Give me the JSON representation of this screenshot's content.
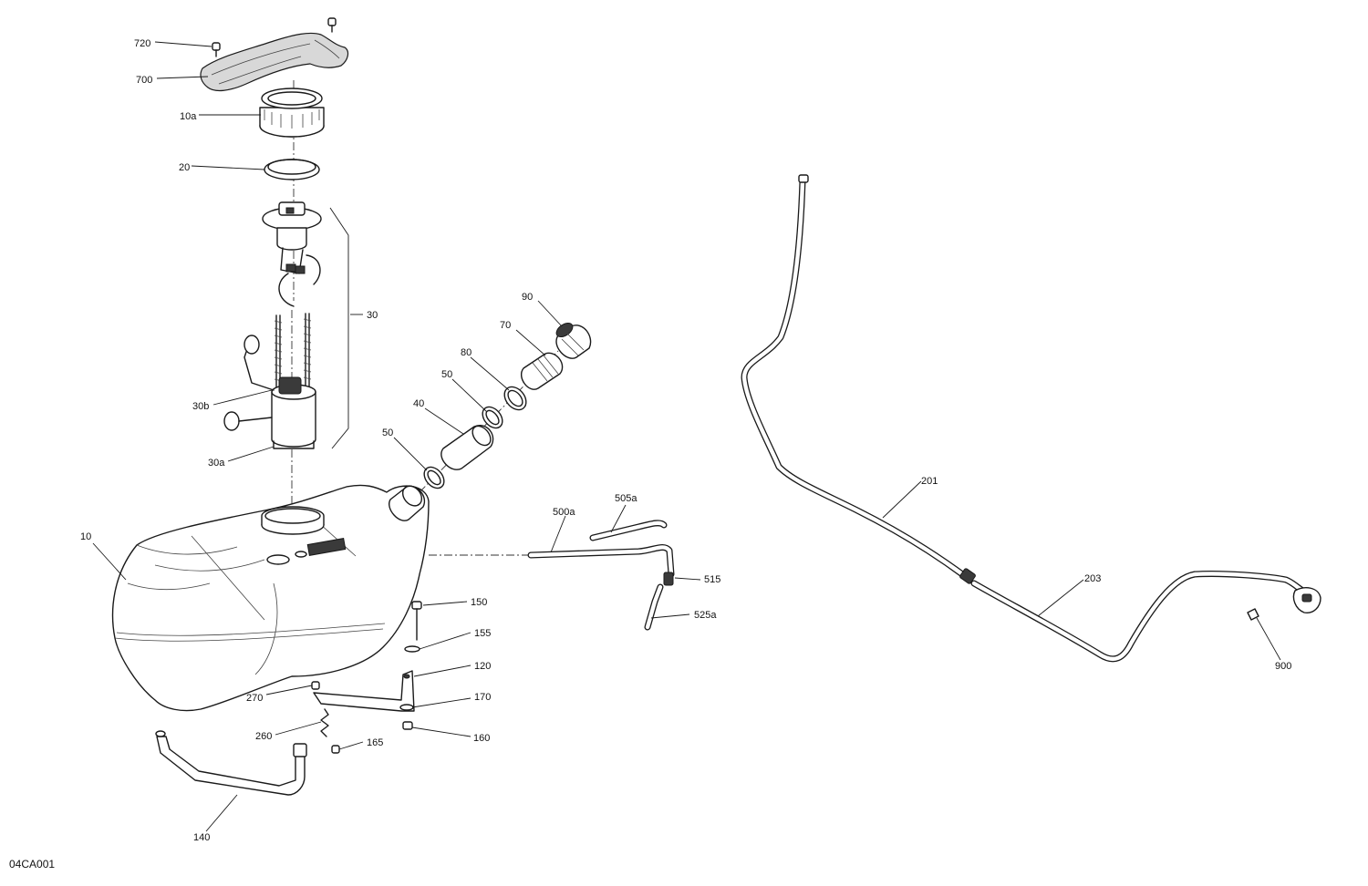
{
  "callouts": [
    {
      "id": "c720",
      "text": "720"
    },
    {
      "id": "c700",
      "text": "700"
    },
    {
      "id": "c10a",
      "text": "10a"
    },
    {
      "id": "c20",
      "text": "20"
    },
    {
      "id": "c30",
      "text": "30"
    },
    {
      "id": "c30b",
      "text": "30b"
    },
    {
      "id": "c30a",
      "text": "30a"
    },
    {
      "id": "c90",
      "text": "90"
    },
    {
      "id": "c70",
      "text": "70"
    },
    {
      "id": "c80",
      "text": "80"
    },
    {
      "id": "c50top",
      "text": "50"
    },
    {
      "id": "c40",
      "text": "40"
    },
    {
      "id": "c50bot",
      "text": "50"
    },
    {
      "id": "c10",
      "text": "10"
    },
    {
      "id": "c500a",
      "text": "500a"
    },
    {
      "id": "c505a",
      "text": "505a"
    },
    {
      "id": "c515",
      "text": "515"
    },
    {
      "id": "c525a",
      "text": "525a"
    },
    {
      "id": "c150",
      "text": "150"
    },
    {
      "id": "c155",
      "text": "155"
    },
    {
      "id": "c120",
      "text": "120"
    },
    {
      "id": "c270",
      "text": "270"
    },
    {
      "id": "c170",
      "text": "170"
    },
    {
      "id": "c260",
      "text": "260"
    },
    {
      "id": "c160",
      "text": "160"
    },
    {
      "id": "c165",
      "text": "165"
    },
    {
      "id": "c140",
      "text": "140"
    },
    {
      "id": "c201",
      "text": "201"
    },
    {
      "id": "c203",
      "text": "203"
    },
    {
      "id": "c900",
      "text": "900"
    }
  ],
  "figure_code": "04CA001"
}
